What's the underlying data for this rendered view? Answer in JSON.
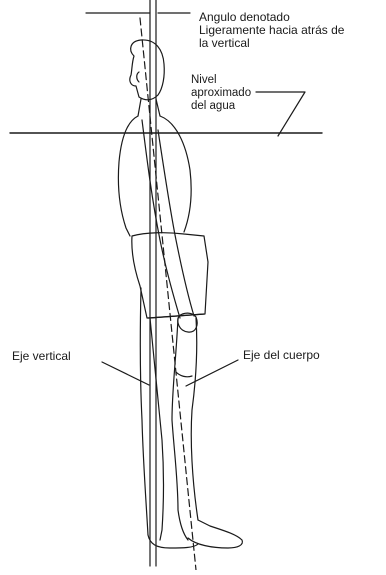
{
  "labels": {
    "angle": [
      "Angulo denotado",
      "Ligeramente hacia atrás de",
      "la vertical"
    ],
    "water_level": [
      "Nivel",
      "aproximado",
      "del agua"
    ],
    "vertical_axis": "Eje vertical",
    "body_axis": "Eje del cuerpo"
  },
  "colors": {
    "line": "#1a1a1a",
    "background": "#ffffff"
  }
}
